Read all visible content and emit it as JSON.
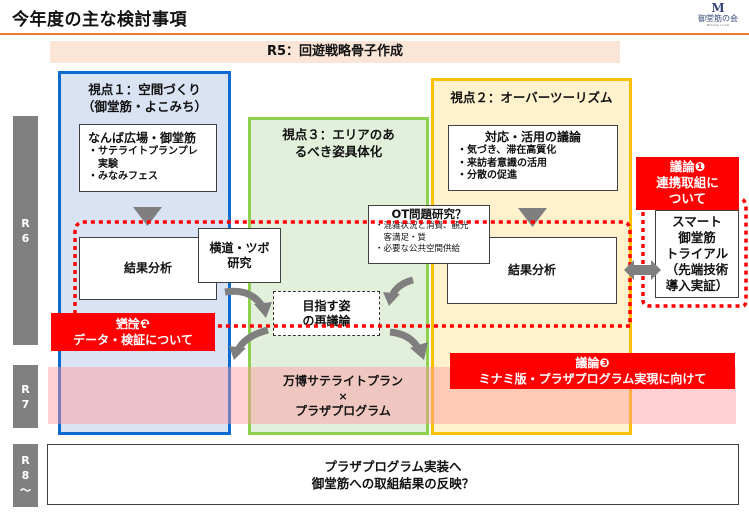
{
  "header": {
    "title": "今年度の主な検討事項",
    "logo": {
      "mark": "M",
      "name": "御堂筋の会",
      "tagline": "Midosuji no Kai"
    }
  },
  "r5_banner": "R5：回遊戦略骨子作成",
  "eras": [
    {
      "label": "R\n6"
    },
    {
      "label": "R\n7"
    },
    {
      "label": "R\n8\n〜"
    }
  ],
  "viewpoint1": {
    "title_line1": "視点１：空間づくり",
    "title_line2": "（御堂筋・よこみち）",
    "box_title": "なんば広場・御堂筋",
    "box_items": [
      "・サテライトプランプレ",
      "　実験",
      "・みなみフェス"
    ],
    "analysis": "結果分析"
  },
  "viewpoint3": {
    "title_line1": "視点３：エリアのあ",
    "title_line2": "るべき姿具体化",
    "target": {
      "line1": "目指す姿",
      "line2": "の再議論"
    }
  },
  "viewpoint2": {
    "title": "視点２：オーバーツーリズム",
    "box_title": "対応・活用の議論",
    "box_items": [
      "・気づき、滞在高質化",
      "・来訪者意識の活用",
      "・分散の促進"
    ],
    "analysis": "結果分析"
  },
  "yokomichi_box": {
    "line1": "横道・ツボ",
    "line2": "研究"
  },
  "ot_box": {
    "title": "OT問題研究？",
    "items": [
      "・混雑状況と消費、観光",
      "　客満足・質",
      "・必要な公共空間供給"
    ]
  },
  "discussions": [
    {
      "label": "議論❶",
      "text_line1": "連携取組に",
      "text_line2": "ついて"
    },
    {
      "label": "議論❷",
      "text_line1": "データ・検証について"
    },
    {
      "label": "議論❸",
      "text_line1": "ミナミ版・プラザプログラム実現に向けて"
    }
  ],
  "smart_trial": {
    "line1": "スマート",
    "line2": "御堂筋",
    "line3": "トライアル",
    "line4": "（先端技術",
    "line5": "導入実証）"
  },
  "r7_band": {
    "line1": "万博サテライトプラン",
    "line2": "×",
    "line3": "プラザプログラム"
  },
  "r8_box": {
    "line1": "プラザプログラム実装へ",
    "line2": "御堂筋への取組結果の反映？"
  },
  "colors": {
    "accent_orange": "#ed7d31",
    "viewpoint1_border": "#0d6ad1",
    "viewpoint2_border": "#ffc000",
    "viewpoint3_border": "#8fd14f",
    "discussion_red": "#ff0000",
    "era_gray": "#808080"
  }
}
